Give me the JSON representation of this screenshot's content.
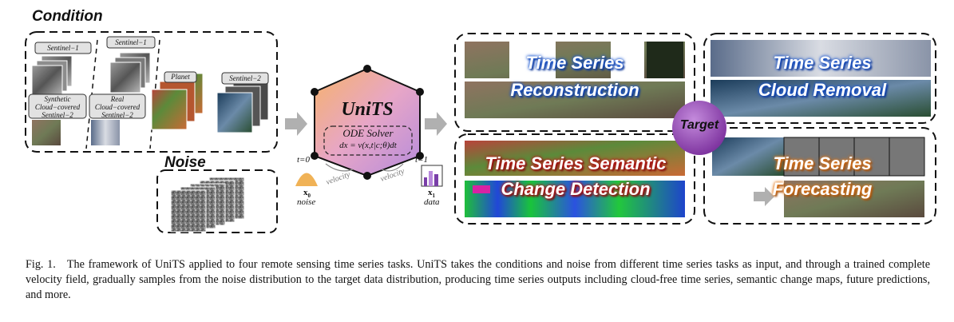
{
  "condition": {
    "title": "Condition",
    "sentinel1_a": "Sentinel−1",
    "sentinel1_b": "Sentinel−1",
    "synthetic": "Synthetic Cloud−covered Sentinel−2",
    "real": "Real Cloud−covered Sentinel−2",
    "planet": "Planet",
    "sentinel2": "Sentinel−2"
  },
  "noise": {
    "title": "Noise"
  },
  "units": {
    "title": "UniTS",
    "solver": "ODE Solver",
    "equation": "dx = v(x,t|c;θ)dt",
    "t0": "t=0",
    "t1": "t=1",
    "velocity_a": "velocity",
    "velocity_b": "velocity",
    "x0": "x",
    "x0_sub": "0",
    "noise_label": "noise",
    "x1": "x",
    "x1_sub": "1",
    "data_label": "data"
  },
  "tasks": {
    "reconstruction_1": "Time Series",
    "reconstruction_2": "Reconstruction",
    "cloud_1": "Time Series",
    "cloud_2": "Cloud Removal",
    "semantic_1": "Time Series Semantic",
    "semantic_2": "Change Detection",
    "forecast_1": "Time Series",
    "forecast_2": "Forecasting"
  },
  "target": "Target",
  "caption": {
    "lead": "Fig. 1.",
    "text": "The framework of UniTS applied to four remote sensing time series tasks. UniTS takes the conditions and noise from different time series tasks as input, and through a trained complete velocity field, gradually samples from the noise distribution to the target data distribution, producing time series outputs including cloud-free time series, semantic change maps, future predictions, and more."
  },
  "colors": {
    "blue_glow": "#1a57d0",
    "red_glow": "#c0181c",
    "orange_glow": "#e47a1c",
    "target": "#8a3aa8"
  }
}
